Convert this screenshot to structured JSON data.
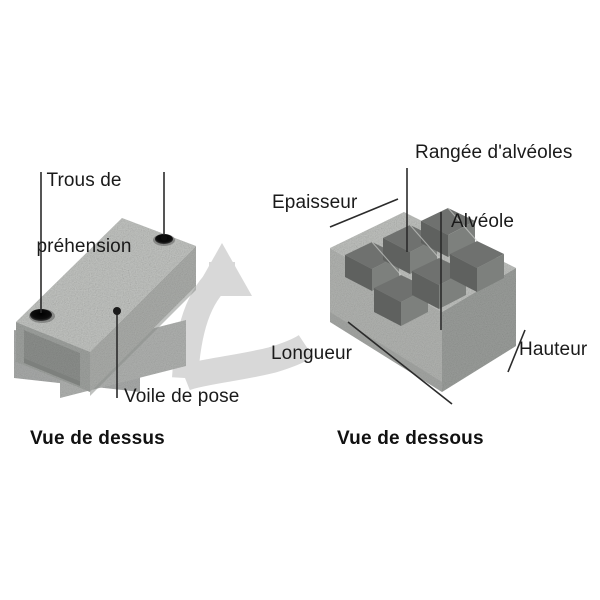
{
  "figure": {
    "title_visible": false,
    "background_color": "#ffffff",
    "concrete_color": "#b9bab7",
    "concrete_shadow_color": "#8f9190",
    "concrete_dark_color": "#6f7270",
    "cell_interior_color": "#7c7e7d",
    "hole_color": "#111111",
    "leader_color": "#2b2b2b",
    "arrow_color": "#d8d8d8",
    "text_color": "#1a1a1a"
  },
  "left_view": {
    "caption": "Vue de dessus",
    "labels": {
      "holes": "Trous de\npréhension",
      "holes_line1": "Trous de",
      "holes_line2": "préhension",
      "bearing_web": "Voile de pose"
    },
    "hole_count": 2
  },
  "right_view": {
    "caption": "Vue de dessous",
    "labels": {
      "thickness": "Epaisseur",
      "cell_row": "Rangée d'alvéoles",
      "cell": "Alvéole",
      "length": "Longueur",
      "height": "Hauteur"
    },
    "cell_rows": 2,
    "cell_columns": 3,
    "cell_count": 6
  },
  "rotation_arrow": {
    "name": "rotation-arrow",
    "direction": "counter-clockwise-up"
  }
}
